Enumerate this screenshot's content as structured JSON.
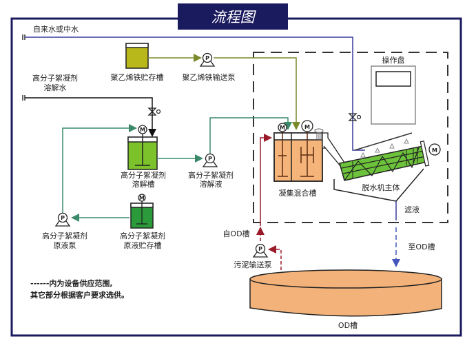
{
  "title": "流程图",
  "colors": {
    "frame": "#1a1a5e",
    "water_pipe": "#3a3a9a",
    "polymer_pipe": "#3a8a6a",
    "iron_pipe": "#7a8a2a",
    "sludge_pipe": "#9a1a2a",
    "filtrate_pipe": "#4455bb",
    "iron_tank": "#b8b81a",
    "dissolve_tank": "#7cc22a",
    "stock_tank": "#2a9a3a",
    "mix_tank": "#f5b57a",
    "screw": "#6cc23a",
    "od_tank": "#f2b27a"
  },
  "labels": {
    "tap_water": "自来水或中水",
    "polymer_dissolve_water": [
      "高分子絮凝剂",
      "溶解水"
    ],
    "iron_storage_tank": "聚乙烯铁贮存槽",
    "iron_feed_pump": "聚乙烯铁输送泵",
    "control_panel": "操作盘",
    "polymer_dissolve_tank": [
      "高分子絮凝剂",
      "溶解槽"
    ],
    "polymer_solution_pump": [
      "高分子絮凝剂",
      "溶解液"
    ],
    "mix_tank": "凝集混合槽",
    "dewater_body": "脱水机主体",
    "filtrate": "滤液",
    "polymer_stock_pump": [
      "高分子絮凝剂",
      "原液泵"
    ],
    "polymer_stock_tank": [
      "高分子絮凝剂",
      "原液贮存槽"
    ],
    "from_od": "自OD槽",
    "sludge_pump": "污泥输送泵",
    "to_od": "至OD槽",
    "od_tank": "OD槽",
    "legend_line1": "------内为设备供应范围,",
    "legend_line2": "其它部分根据客户要求选供。"
  },
  "symbols": {
    "pump": "P",
    "motor": "M"
  }
}
